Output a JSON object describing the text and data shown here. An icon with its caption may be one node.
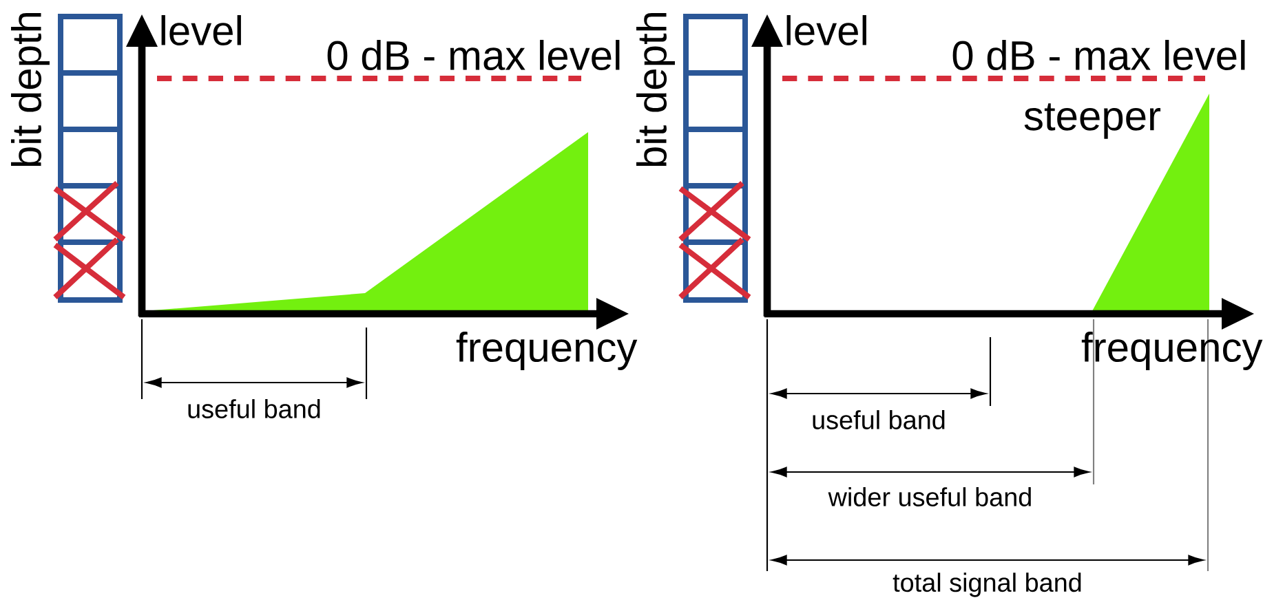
{
  "diagram": {
    "labels": [
      "bit depth",
      "level",
      "0 dB - max level",
      "frequency",
      "useful band",
      "bit depth",
      "level",
      "0 dB - max level",
      "steeper",
      "frequency",
      "useful band",
      "wider useful band",
      "total signal band"
    ]
  }
}
